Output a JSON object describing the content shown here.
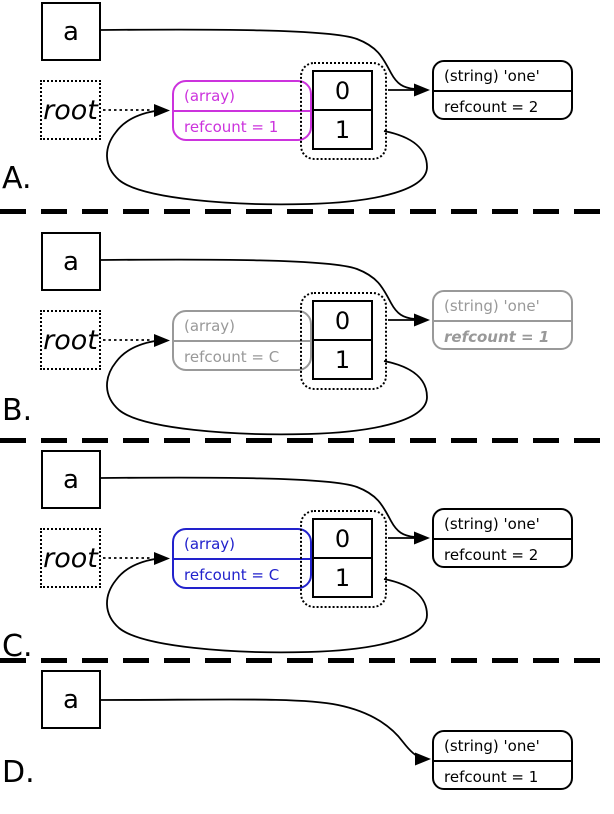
{
  "colors": {
    "array_accent_a": "#cc33dd",
    "array_accent_b": "#999999",
    "array_accent_c": "#2222cc",
    "muted_gray": "#999999",
    "line_black": "#000000"
  },
  "panels": [
    {
      "label": "A.",
      "variable": "a",
      "root": "root",
      "array": {
        "type": "(array)",
        "refcount": "refcount = 1"
      },
      "array_cells": [
        "0",
        "1"
      ],
      "string": {
        "type": "(string) 'one'",
        "refcount": "refcount = 2"
      }
    },
    {
      "label": "B.",
      "variable": "a",
      "root": "root",
      "array": {
        "type": "(array)",
        "refcount": "refcount = C"
      },
      "array_cells": [
        "0",
        "1"
      ],
      "string": {
        "type": "(string) 'one'",
        "refcount": "refcount = 1"
      }
    },
    {
      "label": "C.",
      "variable": "a",
      "root": "root",
      "array": {
        "type": "(array)",
        "refcount": "refcount = C"
      },
      "array_cells": [
        "0",
        "1"
      ],
      "string": {
        "type": "(string) 'one'",
        "refcount": "refcount = 2"
      }
    },
    {
      "label": "D.",
      "variable": "a",
      "string": {
        "type": "(string) 'one'",
        "refcount": "refcount = 1"
      }
    }
  ]
}
